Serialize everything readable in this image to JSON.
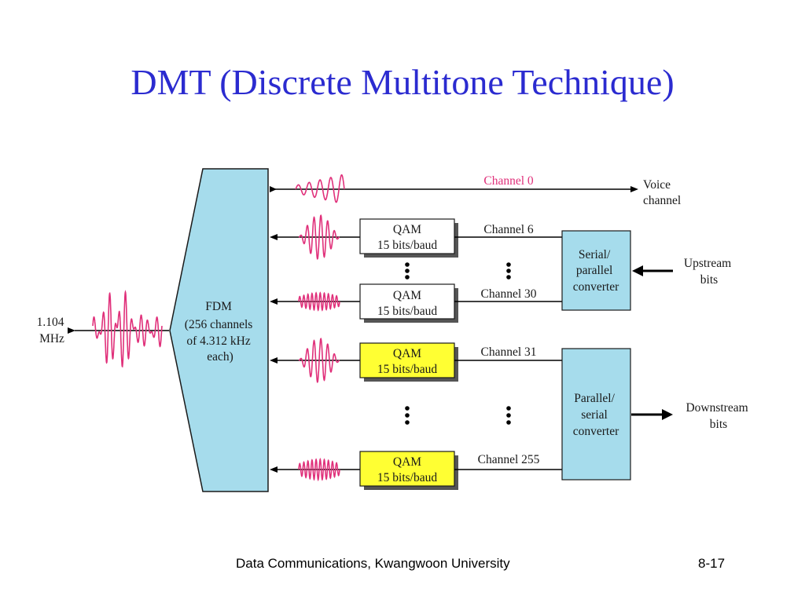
{
  "title": "DMT (Discrete Multitone Technique)",
  "fdm": {
    "lines": [
      "FDM",
      "(256 channels",
      "of 4.312 kHz",
      "each)"
    ]
  },
  "input_label": [
    "1.104",
    "MHz"
  ],
  "channels": {
    "ch0": "Channel 0",
    "ch6": "Channel 6",
    "ch30": "Channel 30",
    "ch31": "Channel 31",
    "ch255": "Channel 255"
  },
  "qam": {
    "line1": "QAM",
    "line2": "15 bits/baud"
  },
  "voice_label": [
    "Voice",
    "channel"
  ],
  "serial_parallel": [
    "Serial/",
    "parallel",
    "converter"
  ],
  "parallel_serial": [
    "Parallel/",
    "serial",
    "converter"
  ],
  "upstream_label": [
    "Upstream",
    "bits"
  ],
  "downstream_label": [
    "Downstream",
    "bits"
  ],
  "colors": {
    "title": "#2b2bd0",
    "box_blue": "#a6dcec",
    "qam_yellow": "#ffff33",
    "signal_magenta": "#e0307a",
    "channel0_text": "#e0307a"
  },
  "footer": {
    "text": "Data Communications, Kwangwoon University",
    "page": "8-17"
  }
}
